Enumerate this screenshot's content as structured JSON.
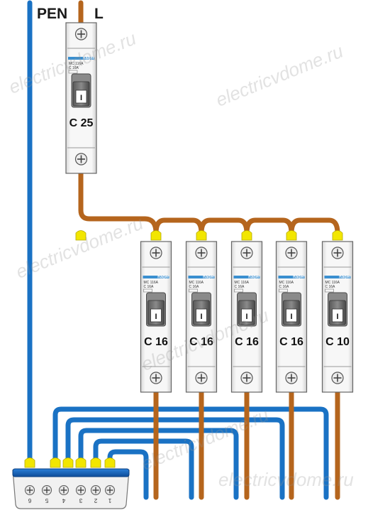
{
  "colors": {
    "pen_wire": "#1a72c4",
    "phase_wire": "#b5651d",
    "cap": "#f2e600",
    "breaker_body": "#f4f4f4",
    "brand": "#3a8fd0",
    "bus_body": "#1560b8"
  },
  "labels": {
    "pen": "PEN",
    "line": "L"
  },
  "main_breaker": {
    "rating": "C 25",
    "model": "MC 116A",
    "sub": "C 16A",
    "brand": "hager",
    "lever": "I"
  },
  "group_breakers": [
    {
      "rating": "C 16",
      "model": "MC 116A",
      "sub": "C 16A",
      "brand": "hager",
      "lever": "I"
    },
    {
      "rating": "C 16",
      "model": "MC 116A",
      "sub": "C 16A",
      "brand": "hager",
      "lever": "I"
    },
    {
      "rating": "C 16",
      "model": "MC 116A",
      "sub": "C 16A",
      "brand": "hager",
      "lever": "I"
    },
    {
      "rating": "C 16",
      "model": "MC 116A",
      "sub": "C 16A",
      "brand": "hager",
      "lever": "I"
    },
    {
      "rating": "C 10",
      "model": "MC 116A",
      "sub": "C 16A",
      "brand": "hager",
      "lever": "I"
    }
  ],
  "terminal_numbers": [
    "6",
    "5",
    "4",
    "3",
    "2",
    "1"
  ],
  "watermark": "electricvdome.ru"
}
